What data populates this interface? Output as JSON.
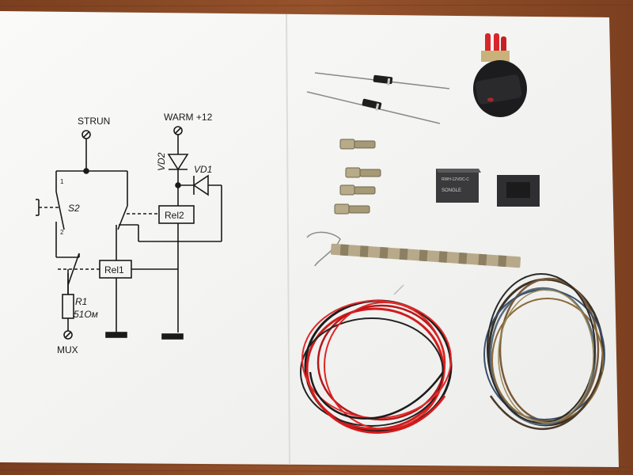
{
  "schematic": {
    "labels": {
      "strun": "STRUN",
      "warm": "WARM +12",
      "vd2": "VD2",
      "vd1": "VD1",
      "s2": "S2",
      "pin1": "1",
      "pin2": "2",
      "rel2": "Rel2",
      "rel1": "Rel1",
      "r1": "R1",
      "r1_value": "51Ом",
      "mux": "MUX"
    }
  },
  "relay_marking": {
    "line1": "RWH-12VDC-C",
    "line2": "SONGLE"
  },
  "colors": {
    "table_wood": "#8a4a26",
    "paper": "#f4f4f2",
    "ink": "#1a1a1a",
    "red_wire": "#d11c1c",
    "black_wire": "#1c1c1c"
  },
  "icons": {
    "rocker_switch": "rocker-switch-icon",
    "relay": "relay-icon",
    "diode": "diode-icon",
    "spade_terminal": "spade-terminal-icon"
  }
}
